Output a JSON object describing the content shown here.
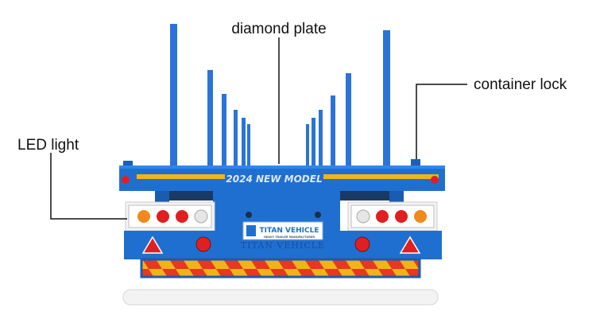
{
  "labels": {
    "diamond_plate": "diamond plate",
    "container_lock": "container lock",
    "led_light": "LED light"
  },
  "vehicle": {
    "model_banner": "2024 NEW MODEL",
    "brand_plate_title": "TITAN VEHICLE",
    "brand_plate_subtitle": "HEAVY TRAILER MANUFACTURER",
    "brand_embossed": "TITAN VEHICLE"
  },
  "colors": {
    "trailer_blue": "#1f6fd1",
    "stake_blue": "#2a74d8",
    "stripe_yellow": "#f2b21b",
    "reflector_red": "#e02020",
    "light_amber": "#f08a1c"
  }
}
